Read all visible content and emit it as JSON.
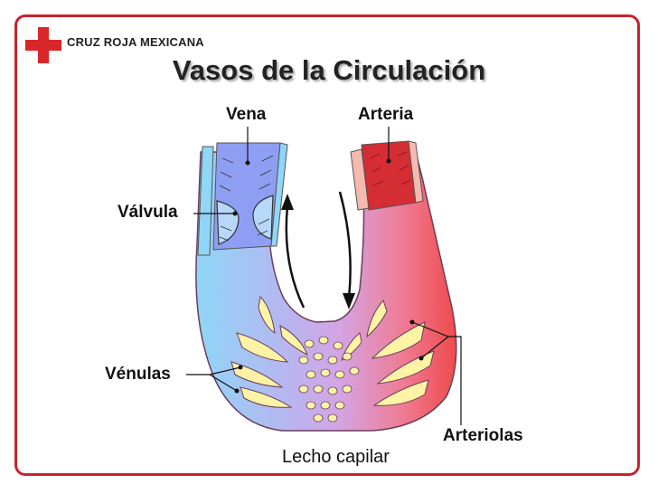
{
  "header": {
    "organization": "CRUZ ROJA MEXICANA",
    "title": "Vasos de la Circulación"
  },
  "labels": {
    "vena": "Vena",
    "arteria": "Arteria",
    "valvula": "Válvula",
    "venulas": "Vénulas",
    "arteriolas": "Arteriolas",
    "lecho_capilar": "Lecho capilar"
  },
  "colors": {
    "frame": "#c8232c",
    "logo": "#d9262b",
    "vein": "#8fd6f7",
    "vein_dark": "#8e9ef2",
    "artery": "#ef4b4b",
    "artery_dark": "#d42d34",
    "capillary": "#c9a3e6",
    "tissue": "#fff3a6"
  },
  "icons": {
    "logo": "red-cross-icon"
  }
}
